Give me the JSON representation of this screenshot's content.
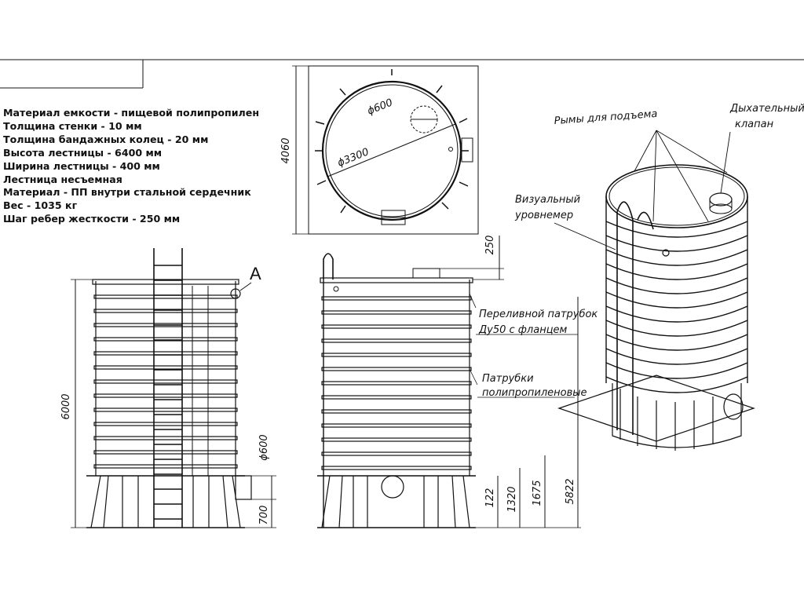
{
  "specs": [
    "Материал емкости - пищевой полипропилен",
    "Толщина стенки - 10 мм",
    "Толщина бандажных колец - 20 мм",
    "Высота лестницы - 6400 мм",
    "Ширина лестницы - 400 мм",
    "Лестница несъемная",
    "Материал - ПП внутри стальной сердечник",
    "Вес - 1035 кг",
    "Шаг ребер жесткости - 250 мм"
  ],
  "top_view": {
    "dim_side": "4060",
    "dim_diameter": "ϕ3300",
    "dim_hatch": "ϕ600"
  },
  "front_view": {
    "dim_height": "6000",
    "dim_nozzle": "ϕ600",
    "dim_bottom": "700",
    "detail_label": "A"
  },
  "side_view": {
    "dim_top": "250",
    "dim_a": "122",
    "dim_b": "1320",
    "dim_c": "1675",
    "dim_d": "5822"
  },
  "labels": {
    "lift_eyes": "Рымы для подъема",
    "breather_line1": "Дыхательный",
    "breather_line2": "клапан",
    "level_line1": "Визуальный",
    "level_line2": "уровнемер",
    "overflow_line1": "Переливной патрубок",
    "overflow_line2": "Ду50 с фланцем",
    "nozzles_line1": "Патрубки",
    "nozzles_line2": "полипропиленовые"
  }
}
